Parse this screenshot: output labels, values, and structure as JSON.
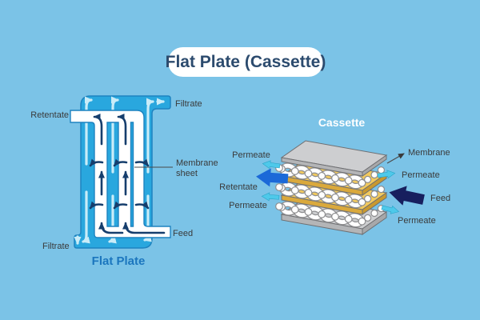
{
  "title": "Flat Plate (Cassette)",
  "flat_plate": {
    "caption": "Flat Plate",
    "labels": {
      "retentate": "Retentate",
      "filtrate_top": "Filtrate",
      "membrane_line1": "Membrane",
      "membrane_line2": "sheet",
      "feed": "Feed",
      "filtrate_bottom": "Filtrate"
    }
  },
  "cassette": {
    "caption": "Cassette",
    "labels": {
      "permeate_top_left": "Permeate",
      "membrane": "Membrane",
      "permeate_right_upper": "Permeate",
      "retentate": "Retentate",
      "feed": "Feed",
      "permeate_bottom_left": "Permeate",
      "permeate_bottom_right": "Permeate"
    }
  },
  "colors": {
    "bg": "#7BC3E7",
    "body_blue": "#29A7DE",
    "body_border": "#1E83C0",
    "light_arrow": "#C9ECF8",
    "dark_arrow": "#163E6D",
    "cyan_arrow": "#4EC9EA",
    "cyan_arrow_border": "#27A3C6",
    "retentate_arrow": "#1B69D8",
    "feed_arrow": "#171F5E",
    "plate_gray_top": "#CDCED0",
    "plate_gray_front": "#B4B5B7",
    "plate_gray_side": "#A7A8AA",
    "yellow_top": "#F1C95E",
    "yellow_front": "#DAA93C",
    "yellow_side": "#C9992F",
    "plate_stroke": "#6E6F72",
    "wave_outline": "#8E8E90",
    "title_text": "#2C4B6E",
    "caption_blue": "#1B76BE",
    "label_text": "#3A3A3A",
    "pointer": "#4A4A4A"
  }
}
